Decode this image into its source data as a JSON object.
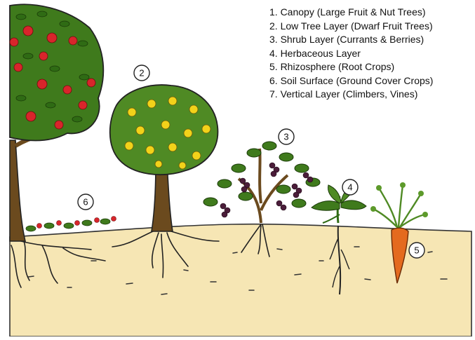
{
  "legend": {
    "items": [
      "1. Canopy (Large Fruit & Nut Trees)",
      "2. Low Tree Layer (Dwarf Fruit Trees)",
      "3. Shrub Layer (Currants & Berries)",
      "4. Herbaceous Layer",
      "5. Rhizosphere (Root Crops)",
      "6. Soil Surface (Ground Cover Crops)",
      "7. Vertical Layer (Climbers, Vines)"
    ]
  },
  "markers": {
    "m2": "2",
    "m3": "3",
    "m4": "4",
    "m5": "5",
    "m6": "6"
  },
  "colors": {
    "soil": "#f6e6b4",
    "leaf_dark": "#2f6b14",
    "leaf_light": "#5d9a2b",
    "apple": "#d8252b",
    "lemon": "#f2d21a",
    "grape": "#4b1d3a",
    "carrot": "#e46a1e",
    "bark": "#6b4a1e"
  },
  "icons": [
    "tree-icon",
    "shrub-icon",
    "carrot-icon",
    "plant-icon"
  ]
}
